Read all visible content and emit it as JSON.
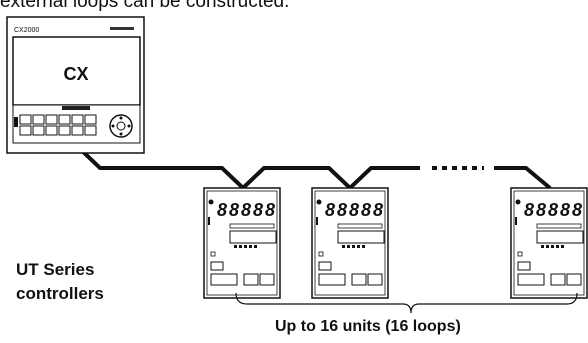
{
  "header": {
    "text": "external loops can be constructed."
  },
  "recorder": {
    "model_label": "CX2000",
    "screen_label": "CX"
  },
  "controllers": {
    "label_line1": "UT Series",
    "label_line2": "controllers",
    "display_digits": "88888",
    "count_label": "Up to 16 units (16 loops)"
  }
}
